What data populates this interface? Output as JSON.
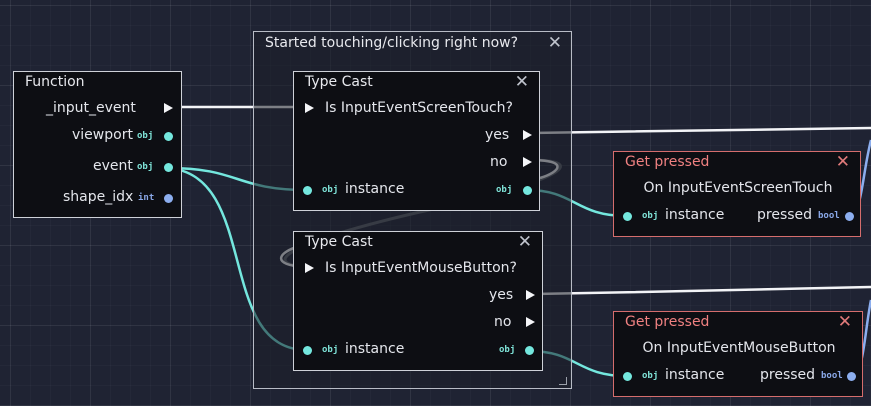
{
  "comment": {
    "title": "Started touching/clicking right now?",
    "close": "✕"
  },
  "function_node": {
    "title": "Function",
    "outputs": [
      "_input_event",
      "viewport",
      "event",
      "shape_idx"
    ],
    "types": {
      "viewport": "obj",
      "event": "obj",
      "shape_idx": "int"
    }
  },
  "type_cast_1": {
    "title": "Type Cast",
    "close": "✕",
    "header": "Is InputEventScreenTouch?",
    "yes": "yes",
    "no": "no",
    "input_type": "obj",
    "input": "instance",
    "output_type": "obj"
  },
  "type_cast_2": {
    "title": "Type Cast",
    "close": "✕",
    "header": "Is InputEventMouseButton?",
    "yes": "yes",
    "no": "no",
    "input_type": "obj",
    "input": "instance",
    "output_type": "obj"
  },
  "get_pressed_1": {
    "title": "Get pressed",
    "close": "✕",
    "subtitle": "On InputEventScreenTouch",
    "input_type": "obj",
    "input": "instance",
    "output": "pressed",
    "output_type": "bool"
  },
  "get_pressed_2": {
    "title": "Get pressed",
    "close": "✕",
    "subtitle": "On InputEventMouseButton",
    "input_type": "obj",
    "input": "instance",
    "output": "pressed",
    "output_type": "bool"
  },
  "colors": {
    "background": "#1f2333",
    "object_port": "#74e7de",
    "int_port": "#8caeef",
    "sequence_wire": "#ffffff",
    "node_error_accent": "#d56d6d"
  }
}
